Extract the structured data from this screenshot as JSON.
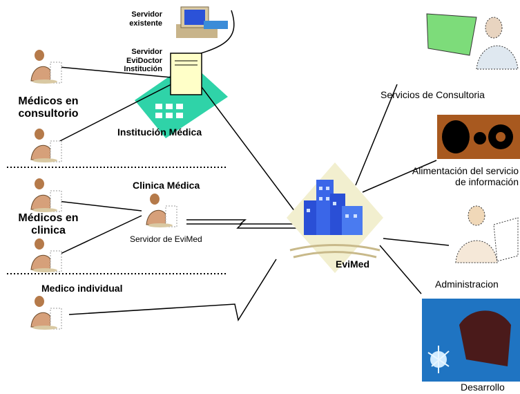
{
  "left": {
    "servidor_existente": "Servidor\nexistente",
    "servidor_evidoctor": "Servidor\nEviDoctor\nInstitución",
    "medicos_consultorio": "Médicos en\nconsultorio",
    "institucion_medica": "Institución Médica",
    "clinica_medica": "Clinica Médica",
    "medicos_clinica": "Médicos en\nclinica",
    "servidor_evimed": "Servidor de EviMed",
    "medico_individual": "Medico individual"
  },
  "center": {
    "evimed": "EviMed"
  },
  "right": {
    "consultoria": "Servicios de Consultoria",
    "alimentacion": "Alimentación del servicio\nde información",
    "administracion": "Administracion",
    "desarrollo": "Desarrollo"
  },
  "icons": [
    "desktop-computer-icon",
    "server-tower-icon",
    "hospital-building-icon",
    "doctor-icon",
    "presenter-icon",
    "gears-icon",
    "reader-icon",
    "welder-icon",
    "evimed-buildings-icon"
  ],
  "colors": {
    "teal": "#2fd3a8",
    "building_blue": "#2a4fd6",
    "welder_bg": "#1f74c2",
    "gear_bg": "#a8591f",
    "server_yellow": "#ffffc8"
  }
}
